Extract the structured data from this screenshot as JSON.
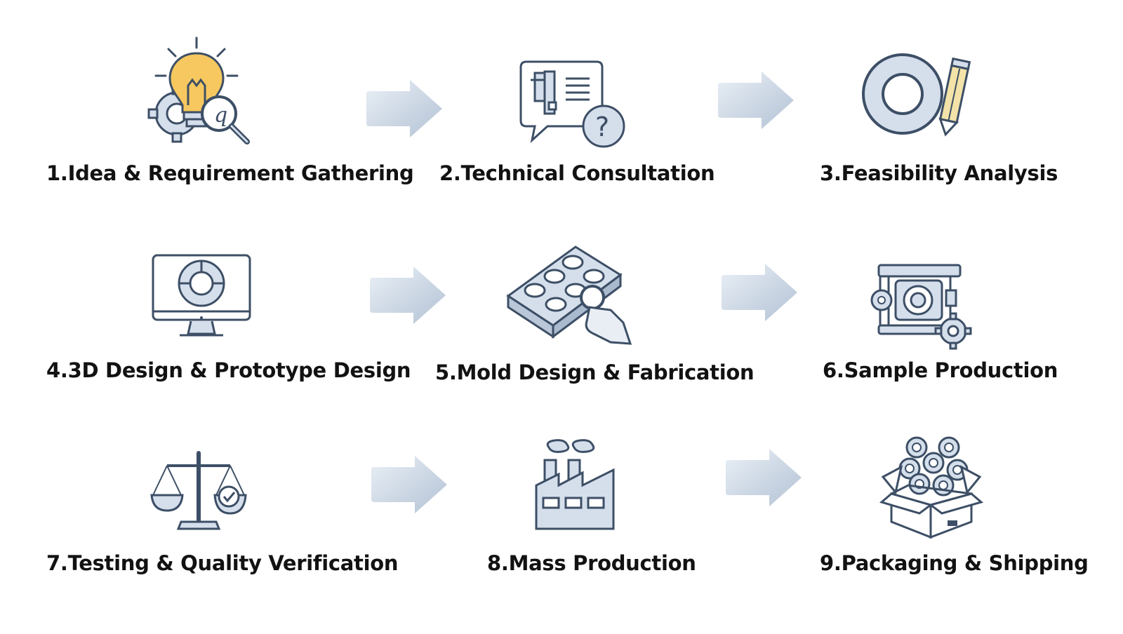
{
  "steps": [
    {
      "label": "1.Idea & Requirement Gathering",
      "icon": "lightbulb-gear-magnifier-icon"
    },
    {
      "label": "2.Technical Consultation",
      "icon": "chat-question-icon"
    },
    {
      "label": "3.Feasibility Analysis",
      "icon": "ring-pencil-icon"
    },
    {
      "label": "4.3D Design & Prototype Design",
      "icon": "monitor-ring-icon"
    },
    {
      "label": "5.Mold Design & Fabrication",
      "icon": "mold-plate-hand-icon"
    },
    {
      "label": "6.Sample Production",
      "icon": "machine-gears-icon"
    },
    {
      "label": "7.Testing & Quality Verification",
      "icon": "balance-scale-check-icon"
    },
    {
      "label": "8.Mass Production",
      "icon": "factory-icon"
    },
    {
      "label": "9.Packaging & Shipping",
      "icon": "box-rings-icon"
    }
  ],
  "colors": {
    "stroke": "#3d4f66",
    "fill": "#d5dfec",
    "bulb": "#f6c85f",
    "arrow_start": "#e6edf5",
    "arrow_end": "#b4c3d6"
  }
}
